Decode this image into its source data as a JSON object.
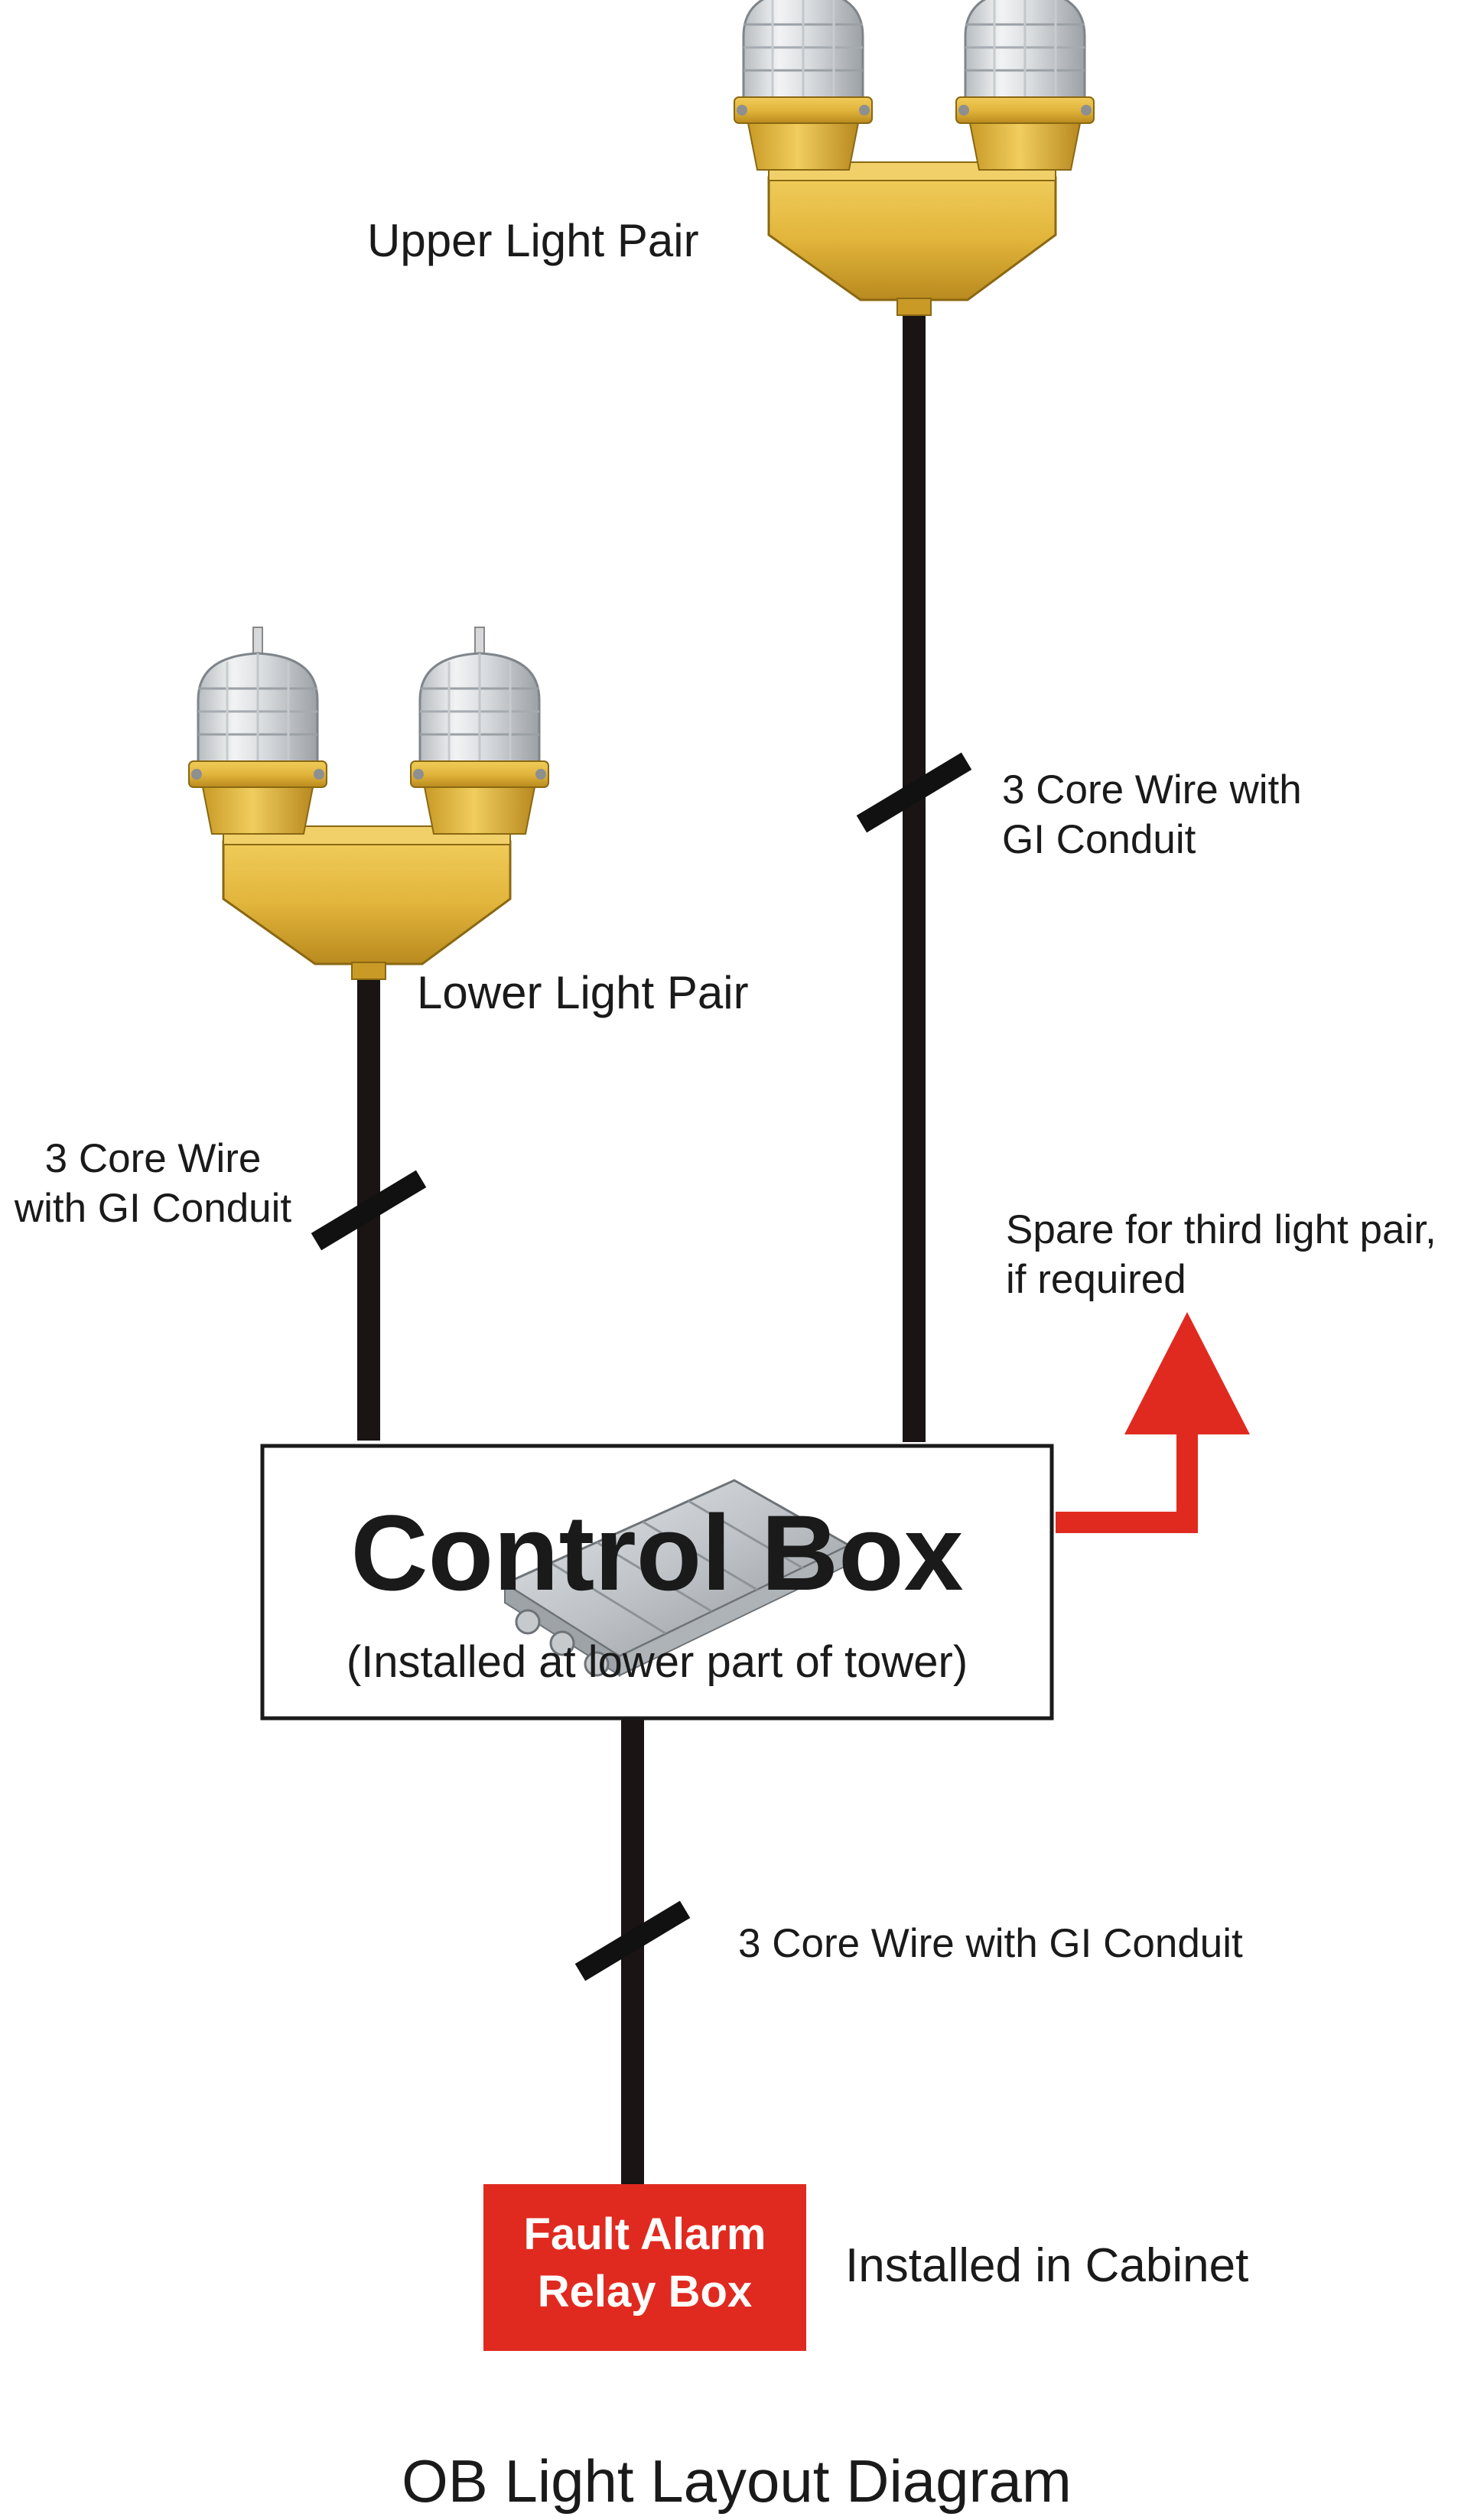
{
  "title": "OB Light Layout Diagram",
  "colors": {
    "wire": "#1a1414",
    "alarm_box": "#e02a20",
    "spare_arrow": "#e02a20",
    "light_housing": "#e2b53c",
    "box_border": "#1a1a1a"
  },
  "lights": {
    "upper_label": "Upper Light Pair",
    "lower_label": "Lower Light Pair"
  },
  "wires": {
    "upper_line1": "3 Core Wire with",
    "upper_line2": "GI Conduit",
    "lower_line1": "3 Core Wire",
    "lower_line2": "with GI Conduit",
    "bottom": "3 Core Wire with GI Conduit"
  },
  "spare": {
    "line1": "Spare for third light pair,",
    "line2": "if required"
  },
  "control_box": {
    "title": "Control Box",
    "subtitle": "(Installed at lower part of tower)"
  },
  "alarm_box": {
    "line1": "Fault Alarm",
    "line2": "Relay Box",
    "note": "Installed in Cabinet"
  }
}
